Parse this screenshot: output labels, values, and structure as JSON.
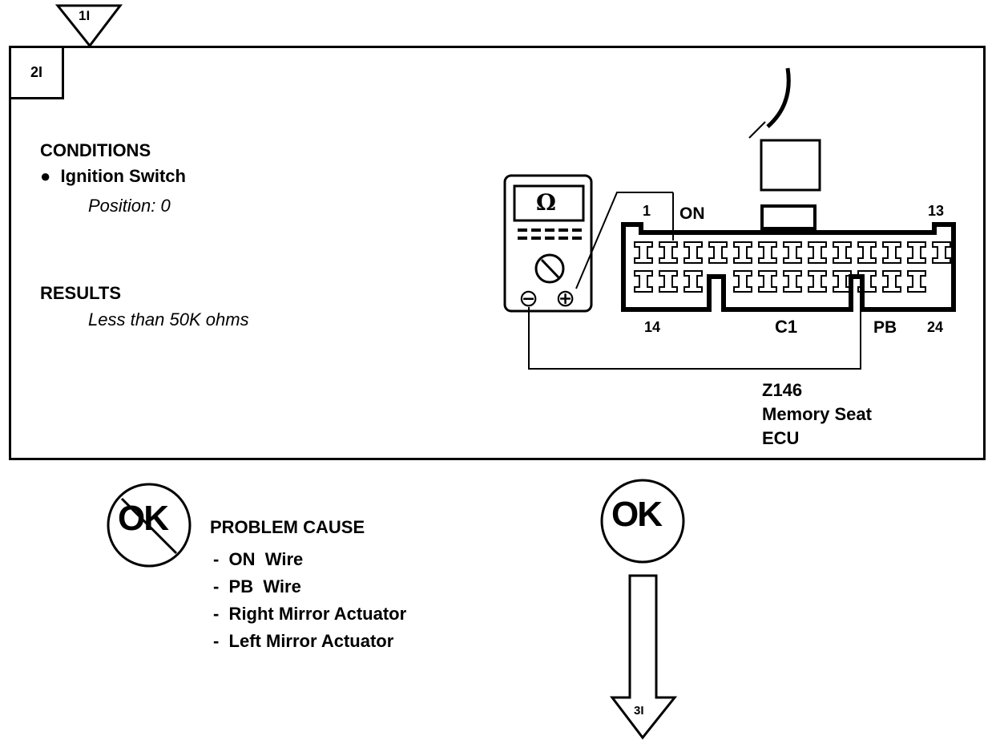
{
  "steps": {
    "prev": "1I",
    "current": "2I",
    "next": "3I"
  },
  "conditions": {
    "heading": "CONDITIONS",
    "item": "Ignition Switch",
    "detail": "Position: 0"
  },
  "results": {
    "heading": "RESULTS",
    "detail": "Less than 50K ohms"
  },
  "meter": {
    "symbol": "Ω",
    "neg": "⊖",
    "pos": "⊕"
  },
  "connector": {
    "pin_top_left": "1",
    "pin_top_right": "13",
    "pin_bottom_left": "14",
    "pin_bottom_right": "24",
    "wire_on": "ON",
    "wire_pb": "PB",
    "connector_id": "C1",
    "component_code": "Z146",
    "component_name_1": "Memory Seat",
    "component_name_2": "ECU"
  },
  "outcomes": {
    "not_ok_label": "OK",
    "ok_label": "OK",
    "problem_heading": "PROBLEM CAUSE",
    "causes": [
      "-  ON  Wire",
      "-  PB  Wire",
      "-  Right Mirror Actuator",
      "-  Left Mirror Actuator"
    ]
  }
}
